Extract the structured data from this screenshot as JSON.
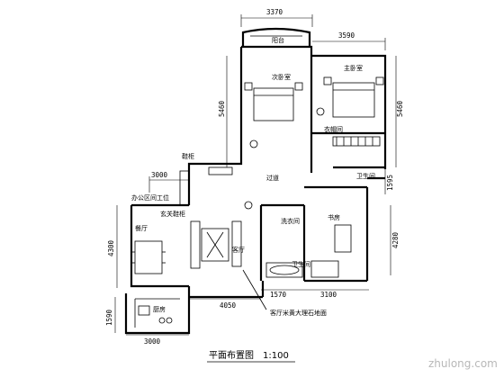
{
  "rooms": {
    "balcony": "阳台",
    "second_bedroom": "次卧室",
    "master_bedroom": "主卧室",
    "walkin_closet": "衣帽间",
    "master_bath": "卫生间",
    "corridor": "过道",
    "living_room": "客厅",
    "dining_room": "餐厅",
    "kitchen": "厨房",
    "laundry": "洗衣间",
    "study": "书房",
    "guest_bath": "卫生间",
    "shoe_cabinet": "鞋柜",
    "entrance_shoe": "玄关鞋柜",
    "dining_note": "办公区间工位"
  },
  "dimensions": {
    "top_left": "3370",
    "top_right": "3590",
    "left_upper": "5460",
    "right_upper": "5460",
    "left_mid": "3000",
    "right_small": "1595",
    "left_lower": "4300",
    "right_lower": "4280",
    "bottom_mid": "4050",
    "bottom_r1": "1570",
    "bottom_r2": "3100",
    "left_bottom": "1590",
    "bottom_left": "3000"
  },
  "note": "客厅米黄大理石地面",
  "title": "平面布置图",
  "scale": "1:100",
  "watermark": "zhulong.com"
}
